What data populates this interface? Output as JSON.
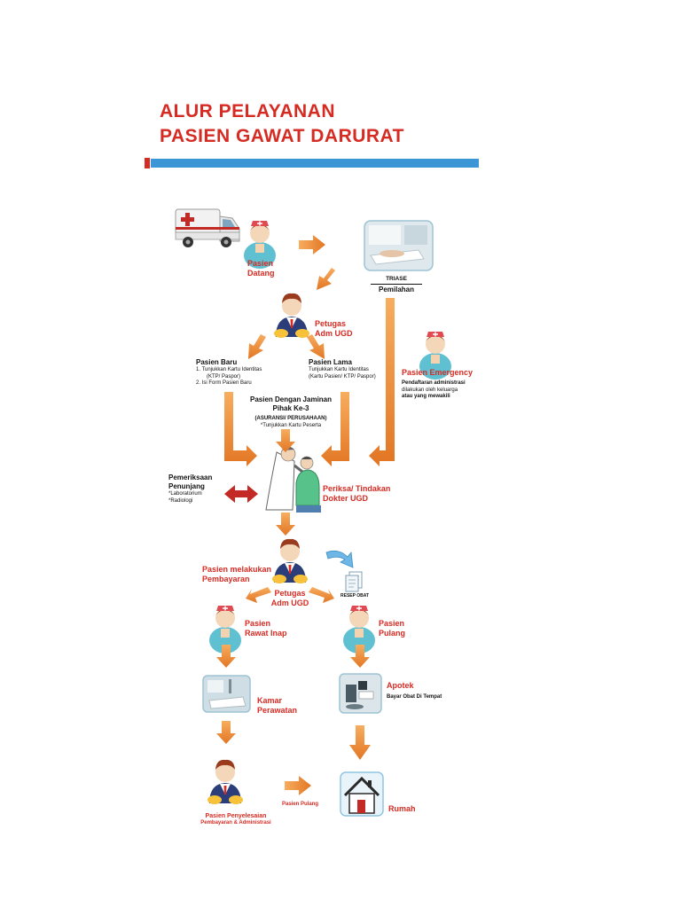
{
  "title": {
    "line1": "ALUR PELAYANAN",
    "line2": "PASIEN GAWAT DARURAT"
  },
  "nodes": {
    "pasien_datang": [
      "Pasien",
      "Datang"
    ],
    "triase": "TRIASE",
    "pemilahan": "Pemilahan",
    "petugas_adm_1": [
      "Petugas",
      "Adm UGD"
    ],
    "pasien_baru": {
      "title": "Pasien Baru",
      "lines": [
        "1. Tunjukkan Kartu Identitas",
        "(KTP/ Paspor)",
        "2. Isi Form Pasien Baru"
      ]
    },
    "pasien_lama": {
      "title": "Pasien Lama",
      "lines": [
        "Tunjukkan Kartu Identitas",
        "(Kartu Pasien/ KTP/ Paspor)"
      ]
    },
    "pasien_emergency": {
      "title": "Pasien Emergency",
      "lines": [
        "Pendaftaran administrasi",
        "dilakukan oleh keluarga",
        "atau yang mewakili"
      ]
    },
    "penjamin": {
      "title": [
        "Pasien Dengan Jaminan",
        "Pihak Ke-3"
      ],
      "lines": [
        "(ASURANSI/ PERUSAHAAN)",
        "*Tunjukkan Kartu Peserta"
      ]
    },
    "pemeriksaan": {
      "title": [
        "Pemeriksaan",
        "Penunjang"
      ],
      "lines": [
        "*Laboratorium",
        "*Radiologi"
      ]
    },
    "periksa": [
      "Periksa/ Tindakan",
      "Dokter UGD"
    ],
    "pasien_bayar": [
      "Pasien melakukan",
      "Pembayaran"
    ],
    "resep_obat": "RESEP OBAT",
    "petugas_adm_2": [
      "Petugas",
      "Adm UGD"
    ],
    "rawat_inap": [
      "Pasien",
      "Rawat Inap"
    ],
    "pasien_pulang": [
      "Pasien",
      "Pulang"
    ],
    "kamar": [
      "Kamar",
      "Perawatan"
    ],
    "apotek": {
      "title": "Apotek",
      "line": "Bayar Obat Di Tempat"
    },
    "penyelesaian": [
      "Pasien Penyelesaian",
      "Pembayaran & Administrasi"
    ],
    "pasien_pulang_arrow": "Pasien Pulang",
    "rumah": "Rumah"
  },
  "colors": {
    "title_red": "#d62b23",
    "bar_blue": "#3a96d4",
    "arrow_orange": "#ef8a2e",
    "arrow_red": "#c42a25",
    "curve_blue": "#6eb6e6"
  }
}
